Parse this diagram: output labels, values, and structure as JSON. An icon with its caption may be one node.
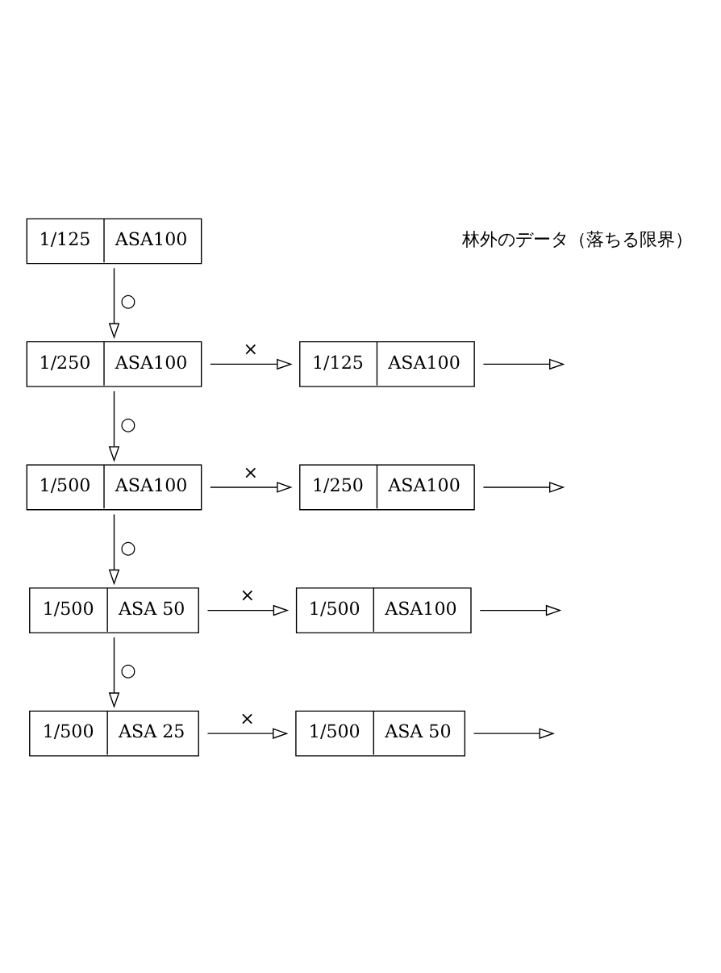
{
  "diagram": {
    "nodes": [
      {
        "text": [
          "1/125",
          "ASA100"
        ]
      },
      {
        "text": [
          "1/250",
          "ASA100"
        ]
      },
      {
        "text": [
          "1/125",
          "ASA100"
        ]
      },
      {
        "text": [
          "1/500",
          "ASA100"
        ]
      },
      {
        "text": [
          "1/250",
          "ASA100"
        ]
      },
      {
        "text": [
          "1/500",
          "ASA 50"
        ]
      },
      {
        "text": [
          "1/500",
          "ASA100"
        ]
      },
      {
        "text": [
          "1/500",
          "ASA 25"
        ]
      },
      {
        "text": [
          "1/500",
          "ASA 50"
        ]
      }
    ],
    "edges": [
      {
        "from": 0,
        "to": 1,
        "arrow": "to",
        "label": "○"
      },
      {
        "from": 1,
        "to": 2,
        "arrow": "to",
        "label": "×"
      },
      {
        "from": 2,
        "to": null,
        "arrow": "to"
      },
      {
        "from": 1,
        "to": 3,
        "arrow": "to",
        "label": "○"
      },
      {
        "from": 3,
        "to": 4,
        "arrow": "to",
        "label": "×"
      },
      {
        "from": 4,
        "to": null,
        "arrow": "to"
      },
      {
        "from": 3,
        "to": 5,
        "arrow": "to",
        "label": "○"
      },
      {
        "from": 5,
        "to": 6,
        "arrow": "to",
        "label": "×"
      },
      {
        "from": 6,
        "to": null,
        "arrow": "to"
      },
      {
        "from": 5,
        "to": 7,
        "arrow": "to",
        "label": "○"
      },
      {
        "from": 7,
        "to": 8,
        "arrow": "to",
        "label": "×"
      },
      {
        "from": 8,
        "to": null,
        "arrow": "to"
      }
    ],
    "labels": [
      "林外のデータ（落ちる限界）"
    ]
  }
}
